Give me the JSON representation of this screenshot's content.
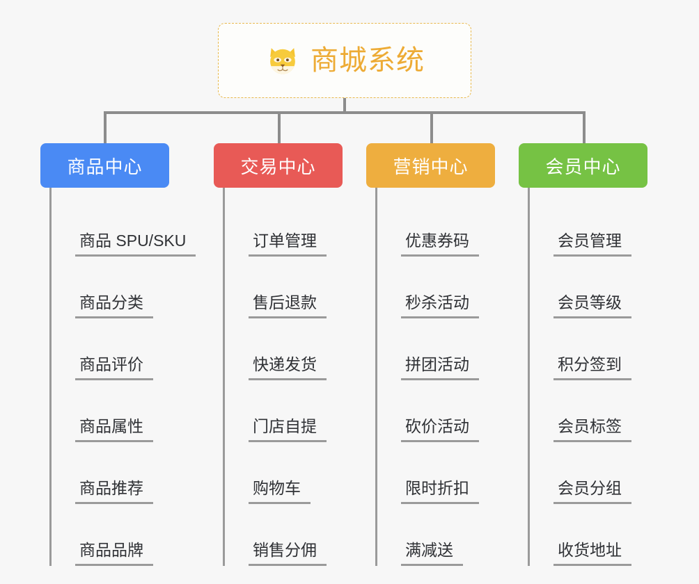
{
  "root": {
    "title": "商城系统",
    "icon": "shiba-dog-icon",
    "accent_color": "#edab35",
    "border_color": "#e8b84b"
  },
  "connector_color": "#8c8c8c",
  "columns": [
    {
      "id": "product-center",
      "label": "商品中心",
      "color": "#4a8af4",
      "items": [
        "商品 SPU/SKU",
        "商品分类",
        "商品评价",
        "商品属性",
        "商品推荐",
        "商品品牌"
      ]
    },
    {
      "id": "trade-center",
      "label": "交易中心",
      "color": "#e85a56",
      "items": [
        "订单管理",
        "售后退款",
        "快递发货",
        "门店自提",
        "购物车",
        "销售分佣"
      ]
    },
    {
      "id": "marketing-center",
      "label": "营销中心",
      "color": "#eeae3f",
      "items": [
        "优惠券码",
        "秒杀活动",
        "拼团活动",
        "砍价活动",
        "限时折扣",
        "满减送"
      ]
    },
    {
      "id": "member-center",
      "label": "会员中心",
      "color": "#76c244",
      "items": [
        "会员管理",
        "会员等级",
        "积分签到",
        "会员标签",
        "会员分组",
        "收货地址"
      ]
    }
  ]
}
